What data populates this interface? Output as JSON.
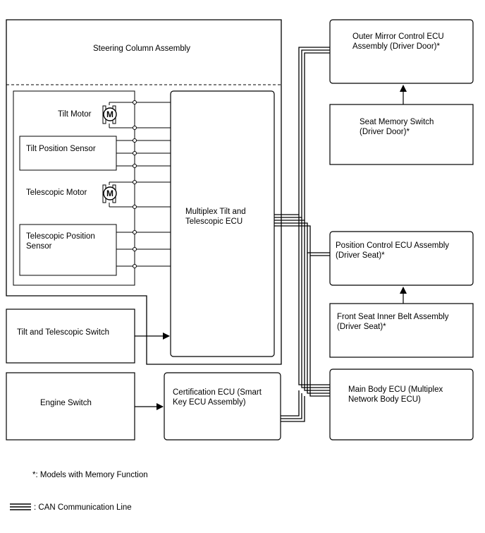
{
  "blocks": {
    "steering_column": "Steering Column Assembly",
    "tilt_motor": "Tilt Motor",
    "tilt_position_sensor": "Tilt Position Sensor",
    "telescopic_motor": "Telescopic Motor",
    "telescopic_position_sensor": [
      "Telescopic Position",
      "Sensor"
    ],
    "multiplex_ecu": [
      "Multiplex Tilt and",
      "Telescopic ECU"
    ],
    "tilt_telescopic_switch": "Tilt and Telescopic Switch",
    "engine_switch": "Engine Switch",
    "certification_ecu": [
      "Certification ECU (Smart",
      "Key ECU Assembly)"
    ],
    "outer_mirror_ecu": [
      "Outer Mirror Control ECU",
      "Assembly (Driver Door)*"
    ],
    "seat_memory_switch": [
      "Seat Memory Switch",
      "(Driver Door)*"
    ],
    "position_control_ecu": [
      "Position Control ECU Assembly",
      "(Driver Seat)*"
    ],
    "front_seat_belt": [
      "Front Seat Inner Belt Assembly",
      "(Driver Seat)*"
    ],
    "main_body_ecu": [
      "Main Body ECU (Multiplex",
      "Network Body ECU)"
    ]
  },
  "motor_symbol": "M",
  "legend": {
    "memory_note": "*: Models with Memory Function",
    "can_line": ": CAN Communication Line"
  }
}
